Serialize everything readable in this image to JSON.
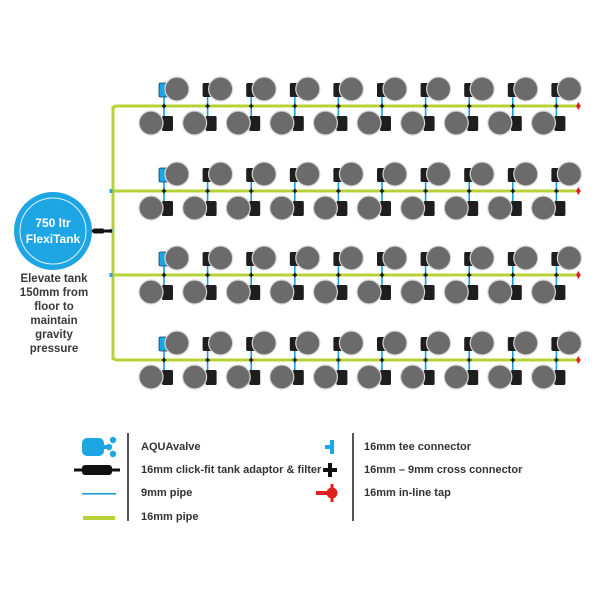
{
  "tank": {
    "line1": "750 ltr",
    "line2": "FlexiTank",
    "color": "#1ea5e4"
  },
  "note": {
    "lines": [
      "Elevate tank",
      "150mm from",
      "floor to maintain",
      "gravity pressure"
    ]
  },
  "layout_info": {
    "rows": 4,
    "columns_per_row": 10,
    "pots_per_column": 2
  },
  "colors": {
    "pipe16": "#b5d334",
    "pipe9": "#1a9cd8",
    "pot_fill": "#6b6b6b",
    "pot_ring": "#d6d6d6",
    "valve": "#1e1e1e",
    "aquavalve": "#1ea5e4",
    "tap": "#e02020",
    "cross": "#111111",
    "tee": "#1ea5e4"
  },
  "legend": {
    "left": [
      {
        "icon": "aquavalve-icon",
        "label": "AQUAvalve"
      },
      {
        "icon": "tank-adaptor-filter-icon",
        "label": "16mm click-fit tank adaptor & filter"
      },
      {
        "icon": "9mm-pipe-icon",
        "label": "9mm pipe"
      },
      {
        "icon": "16mm-pipe-icon",
        "label": "16mm pipe"
      }
    ],
    "right": [
      {
        "icon": "tee-connector-icon",
        "label": "16mm tee connector"
      },
      {
        "icon": "cross-connector-icon",
        "label": "16mm – 9mm cross connector"
      },
      {
        "icon": "inline-tap-icon",
        "label": "16mm in-line tap"
      }
    ]
  }
}
